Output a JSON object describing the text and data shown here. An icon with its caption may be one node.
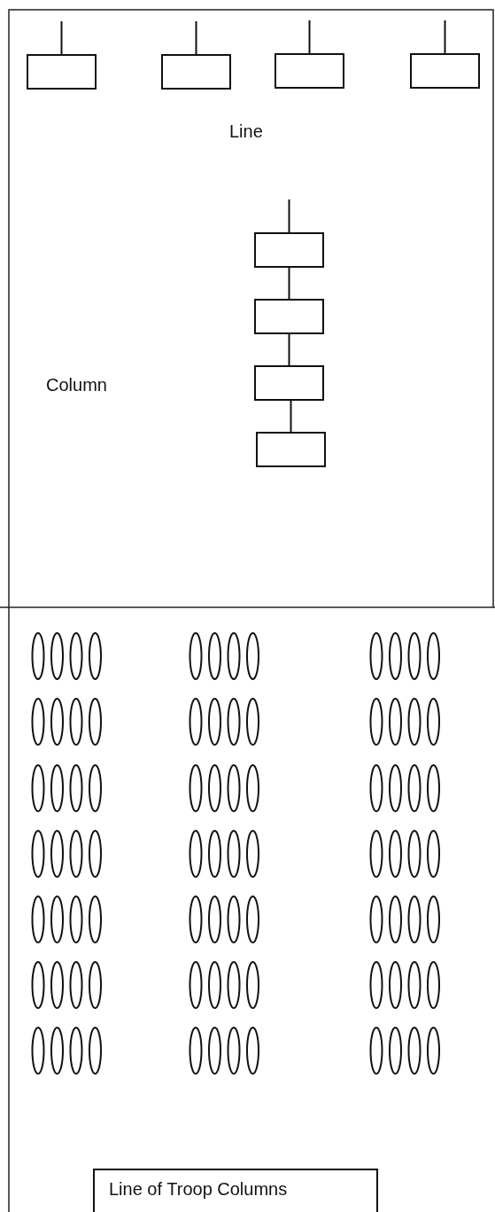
{
  "diagram": {
    "nodes": [
      {
        "text": [
          "Line of Troop Columns"
        ]
      }
    ],
    "labels": [
      "Line",
      "Column"
    ]
  }
}
